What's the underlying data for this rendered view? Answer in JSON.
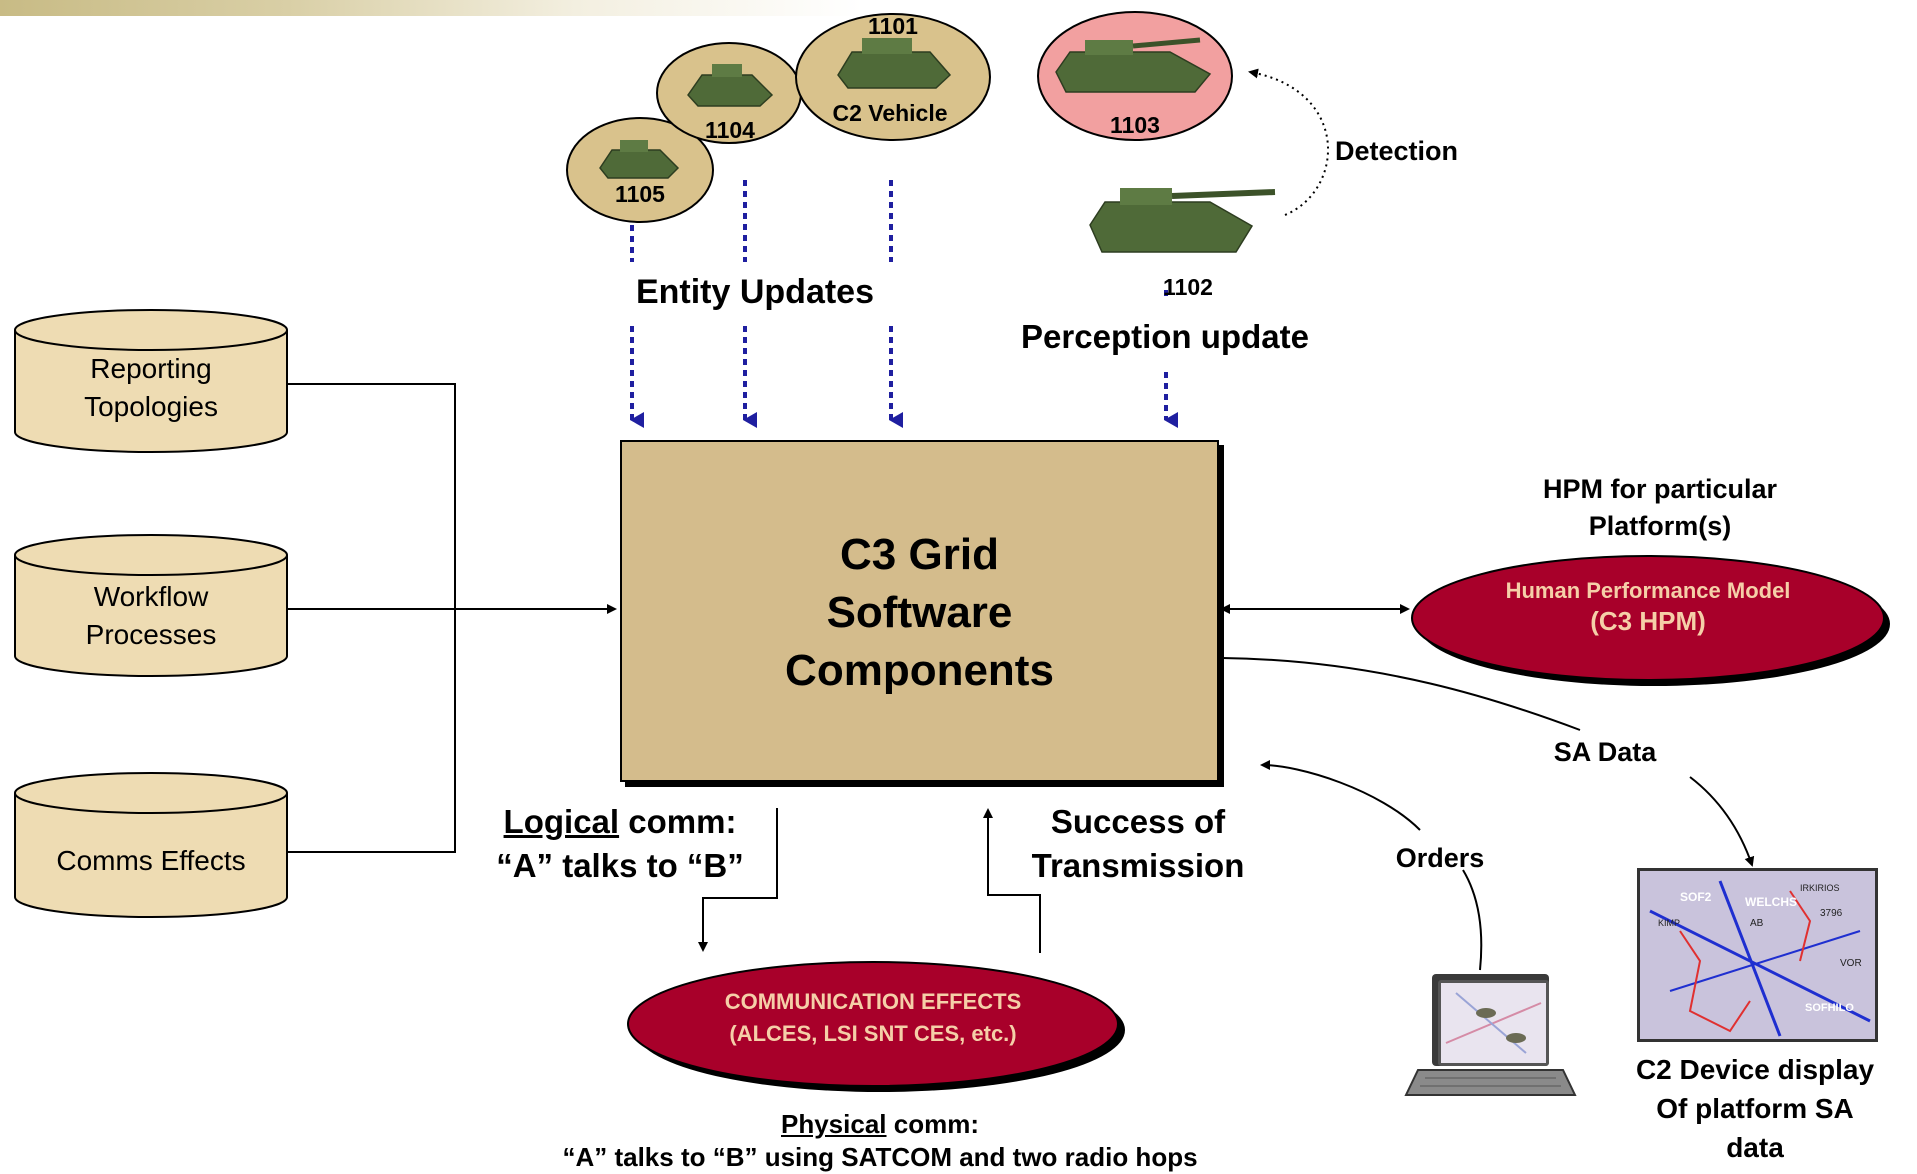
{
  "databases": [
    {
      "line1": "Reporting",
      "line2": "Topologies"
    },
    {
      "line1": "Workflow",
      "line2": "Processes"
    },
    {
      "line1": "Comms Effects",
      "line2": ""
    }
  ],
  "vehicles": [
    {
      "id": "1105",
      "label": ""
    },
    {
      "id": "1104",
      "label": ""
    },
    {
      "id": "1101",
      "label": "C2 Vehicle"
    },
    {
      "id": "1103",
      "label": ""
    },
    {
      "id": "1102",
      "label": ""
    }
  ],
  "labels": {
    "entity_updates": "Entity Updates",
    "perception_update": "Perception update",
    "detection": "Detection",
    "grid_title": "C3 Grid\nSoftware\nComponents",
    "hpm_heading_1": "HPM for particular",
    "hpm_heading_2": "Platform(s)",
    "hpm_line1": "Human Performance Model",
    "hpm_line2": "(C3 HPM)",
    "sa_data": "SA Data",
    "orders": "Orders",
    "logical_word": "Logical",
    "logical_rest": " comm:",
    "logical_line2": "“A” talks to “B”",
    "success_line1": "Success of",
    "success_line2": "Transmission",
    "comm_effects_line1": "COMMUNICATION EFFECTS",
    "comm_effects_line2": "(ALCES, LSI SNT CES, etc.)",
    "physical_word": "Physical",
    "physical_rest": " comm:",
    "physical_line2": "“A” talks to “B” using SATCOM and two radio hops",
    "c2_device_1": "C2 Device display",
    "c2_device_2": "Of platform SA",
    "c2_device_3": "data"
  },
  "map_labels": [
    "SOF2",
    "WELCHS",
    "SOFHILO",
    "IRKIRIOS",
    "VOR",
    "3796",
    "AB",
    "KIMP"
  ],
  "colors": {
    "tan_fill": "#d4bc8c",
    "db_fill": "#eedcb3",
    "ellipse_red": "#a8002a",
    "ellipse_text": "#f5cfa8",
    "arrow_blue": "#1f1fa0",
    "enemy_pink": "#f2a0a0"
  }
}
